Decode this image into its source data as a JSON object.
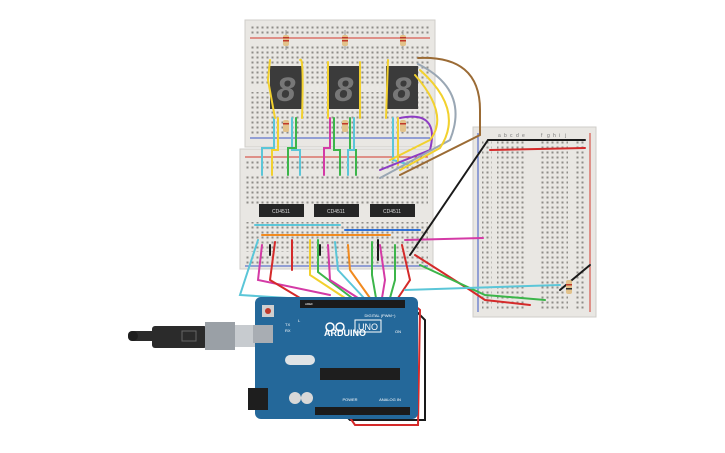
{
  "colors": {
    "breadboard": "#e9e7e3",
    "breadboard_edge": "#cfcdc8",
    "hole": "#8f8d88",
    "rail_red": "#d23a2c",
    "rail_blue": "#3a57c4",
    "seg_body": "#3b3b3b",
    "seg_on": "#777777",
    "chip": "#262626",
    "arduino": "#24689a",
    "arduino_dark": "#1b4f78",
    "usb_cable": "#2b2b2b",
    "usb_plug": "#9aa0a6",
    "wire_yellow": "#f2d12e",
    "wire_cyan": "#5bc6d8",
    "wire_green": "#3cb54a",
    "wire_magenta": "#d43aa6",
    "wire_purple": "#8d3cc4",
    "wire_orange": "#f18a1f",
    "wire_red": "#d42a2a",
    "wire_black": "#1a1a1a",
    "wire_brown": "#9b6b35",
    "wire_gray": "#9aa7b4",
    "wire_blue": "#2f6fd6"
  },
  "chips": [
    {
      "label": "CD4511"
    },
    {
      "label": "CD4511"
    },
    {
      "label": "CD4511"
    }
  ],
  "displays": [
    {
      "digit": "8"
    },
    {
      "digit": "8"
    },
    {
      "digit": "8"
    }
  ],
  "arduino": {
    "logo_text": "ARDUINO",
    "model": "UNO",
    "digital_label": "DIGITAL (PWM~)",
    "power_label": "POWER",
    "analog_label": "ANALOG IN",
    "tx_label": "TX",
    "rx_label": "RX",
    "on_label": "ON",
    "l_label": "L",
    "aref_label": "AREF"
  },
  "right_board": {
    "col_letters_left": [
      "a",
      "b",
      "c",
      "d",
      "e"
    ],
    "col_letters_right": [
      "f",
      "g",
      "h",
      "i",
      "j"
    ]
  }
}
